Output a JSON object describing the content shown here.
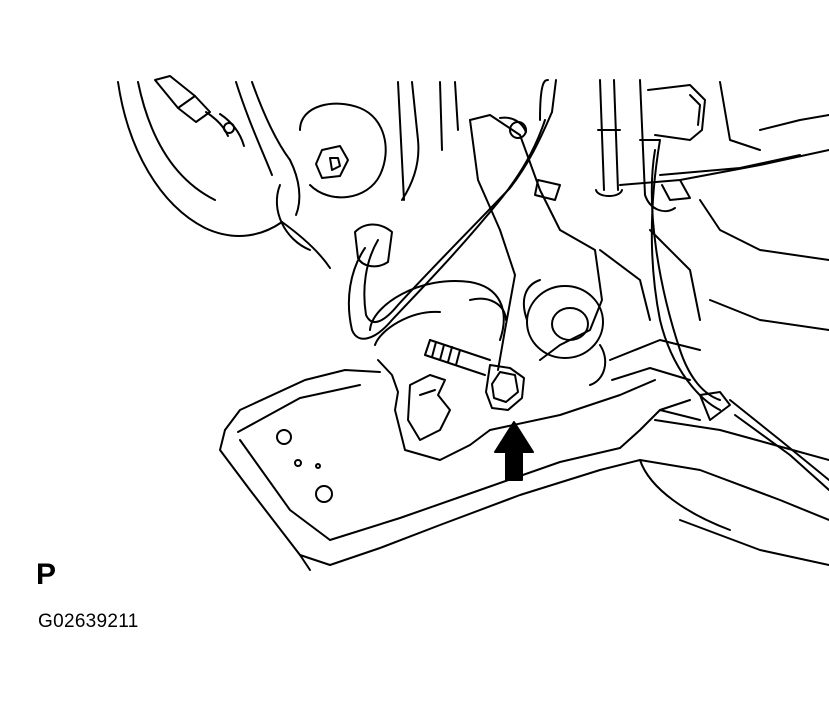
{
  "figure": {
    "view_label": "P",
    "figure_code": "G02639211",
    "line_color": "#000000",
    "background": "#ffffff",
    "callout": "arrow-pointing-up-at-bolt"
  }
}
